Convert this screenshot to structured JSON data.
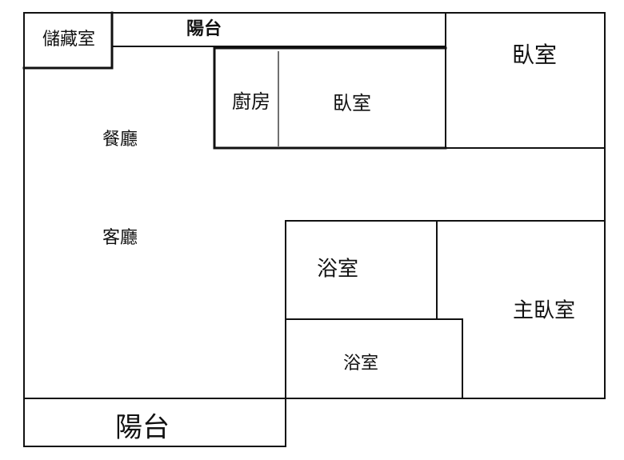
{
  "rooms": {
    "storage": "儲藏室",
    "balcony_top": "陽台",
    "bedroom_top_right": "臥室",
    "kitchen": "廚房",
    "bedroom_middle": "臥室",
    "dining": "餐廳",
    "living": "客廳",
    "bath_upper": "浴室",
    "master_bedroom": "主臥室",
    "bath_lower": "浴室",
    "balcony_bottom": "陽台"
  }
}
